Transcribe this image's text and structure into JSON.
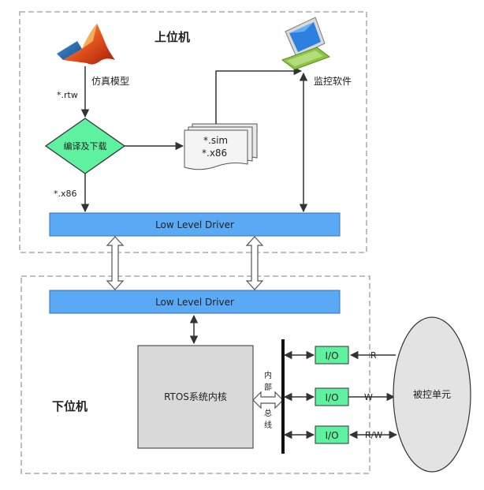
{
  "upper": {
    "title": "上位机",
    "simulation_model": "仿真模型",
    "rtw_file": "*.rtw",
    "compile_download": "编译及下载",
    "sim_file": "*.sim",
    "x86_file_doc": "*.x86",
    "x86_file_left": "*.x86",
    "monitor_software": "监控软件",
    "driver": "Low Level Driver"
  },
  "lower": {
    "title": "下位机",
    "driver": "Low Level Driver",
    "rtos_kernel": "RTOS系统内核",
    "internal_bus": [
      "内",
      "部",
      "总",
      "线"
    ],
    "io_labels": [
      "I/O",
      "I/O",
      "I/O"
    ],
    "signal_r": "R",
    "signal_w": "W",
    "signal_rw": "R/W",
    "controlled_unit": "被控单元"
  },
  "colors": {
    "driver_fill": "#5aa9f5",
    "decision_fill": "#5ef2a0",
    "io_fill": "#5ef2a0",
    "kernel_fill": "#d9d9d9",
    "unit_fill": "#e3e3e3",
    "border_dash": "#9a9a9a"
  },
  "icons": {
    "matlab": "matlab-logo-icon",
    "computer": "computer-monitor-icon"
  }
}
